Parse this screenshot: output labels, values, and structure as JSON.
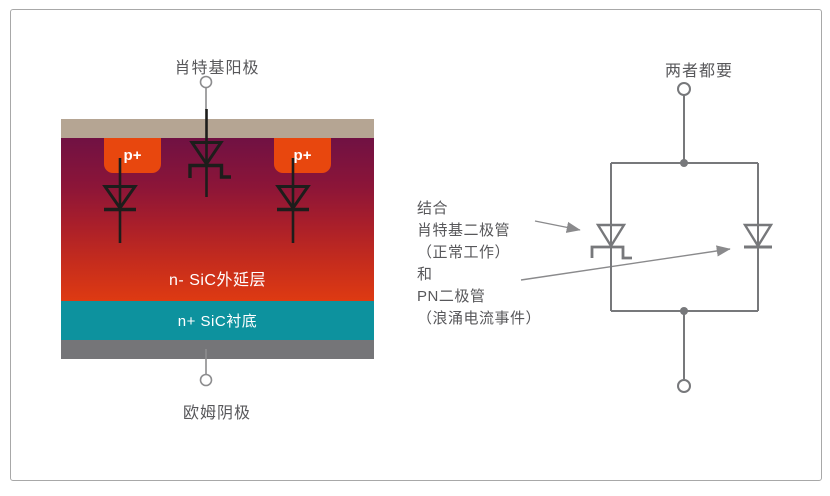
{
  "panel": {
    "background": "#ffffff",
    "border_color": "#a8a8a8"
  },
  "left_diagram": {
    "anode_label": "肖特基阳极",
    "cathode_label": "欧姆阴极",
    "p_plus_left": "p+",
    "p_plus_right": "p+",
    "epi_layer_label": "n- SiC外延层",
    "substrate_label": "n+ SiC衬底",
    "colors": {
      "top_metal": "#b5a593",
      "drift_gradient_top": "#701143",
      "drift_gradient_bottom": "#de3a12",
      "p_plus_region": "#e8470e",
      "substrate": "#0d929e",
      "bottom_metal": "#757578",
      "symbol_stroke": "#1d1d1b",
      "lead_stroke": "#8c8c8e"
    }
  },
  "annotation": {
    "lines": [
      "结合",
      "肖特基二极管",
      "（正常工作）",
      "和",
      "PN二极管",
      "（浪涌电流事件）"
    ],
    "text_color": "#58585b",
    "arrow_color": "#8a8a8c"
  },
  "circuit": {
    "title": "两者都要",
    "wire_color": "#77787b"
  }
}
